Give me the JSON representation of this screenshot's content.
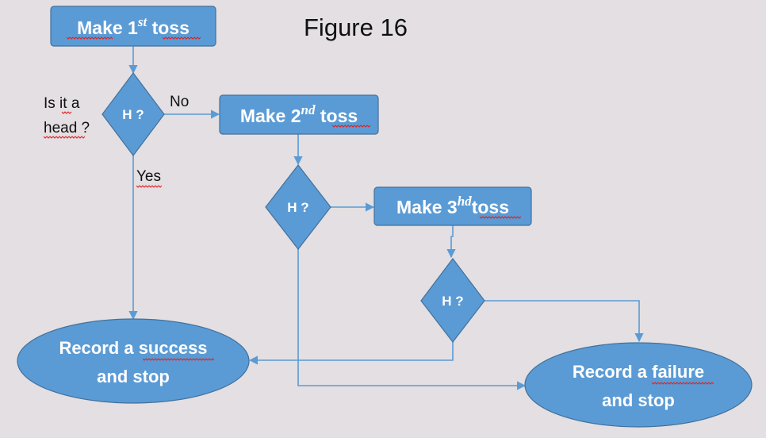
{
  "title": "Figure 16",
  "colors": {
    "node_fill": "#5b9bd5",
    "node_stroke": "#41719c",
    "connector": "#5b9bd5",
    "node_text": "#ffffff",
    "background": "#e3dfe2"
  },
  "nodes": {
    "toss1": {
      "prefix": "Make 1",
      "sup": "st",
      "suffix": "toss"
    },
    "toss2": {
      "prefix": "Make 2",
      "sup": "nd",
      "suffix": "toss"
    },
    "toss3": {
      "prefix": "Make 3",
      "sup": "hd",
      "suffix": "toss"
    },
    "decision1": {
      "label": "H ?"
    },
    "decision2": {
      "label": "H ?"
    },
    "decision3": {
      "label": "H ?"
    },
    "success": {
      "line1": "Record a success",
      "line2": "and stop"
    },
    "failure": {
      "line1": "Record a failure",
      "line2": "and stop"
    }
  },
  "labels": {
    "question_line1": "Is it a",
    "question_line2": "head ?",
    "no": "No",
    "yes": "Yes"
  }
}
